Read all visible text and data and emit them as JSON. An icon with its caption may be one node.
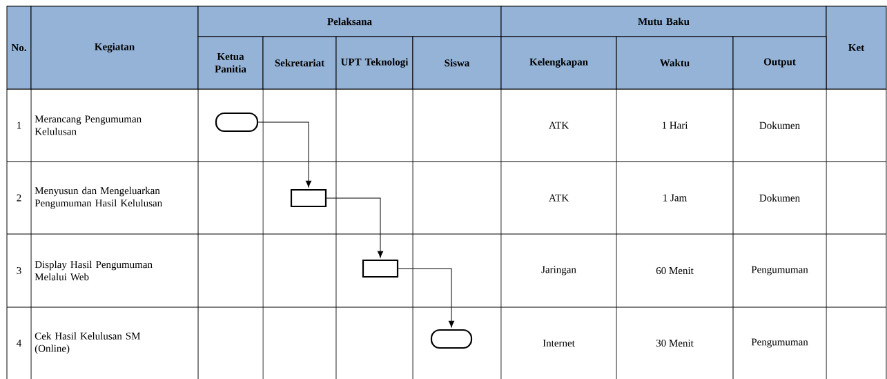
{
  "diagram": {
    "nodes": [
      {
        "text": [],
        "shape": "capsule"
      },
      {
        "text": [],
        "shape": "box"
      },
      {
        "text": [],
        "shape": "box"
      },
      {
        "text": [],
        "shape": "capsule"
      }
    ],
    "edges": [
      {
        "from": 0,
        "to": 1,
        "arrow": "to"
      },
      {
        "from": 1,
        "to": 2,
        "arrow": "to"
      },
      {
        "from": 2,
        "to": 3,
        "arrow": "to"
      }
    ],
    "labels": [
      "No.",
      "Kegiatan",
      "Pelaksana",
      "Mutu Baku",
      "Ket",
      "Ketua Panitia",
      "Sekretariat",
      "UPT Teknologi",
      "Siswa",
      "Kelengkapan",
      "Waktu",
      "Output",
      "1",
      "Merancang Pengumuman Kelulusan",
      "ATK",
      "1 Hari",
      "Dokumen",
      "2",
      "Menyusun dan Mengeluarkan Pengumuman Hasil Kelulusan",
      "ATK",
      "1 Jam",
      "Dokumen",
      "3",
      "Display Hasil Pengumuman Melalui Web",
      "Jaringan",
      "60 Menit",
      "Pengumuman",
      "4",
      "Cek Hasil Kelulusan SM (Online)",
      "Internet",
      "30 Menit",
      "Pengumuman"
    ]
  }
}
